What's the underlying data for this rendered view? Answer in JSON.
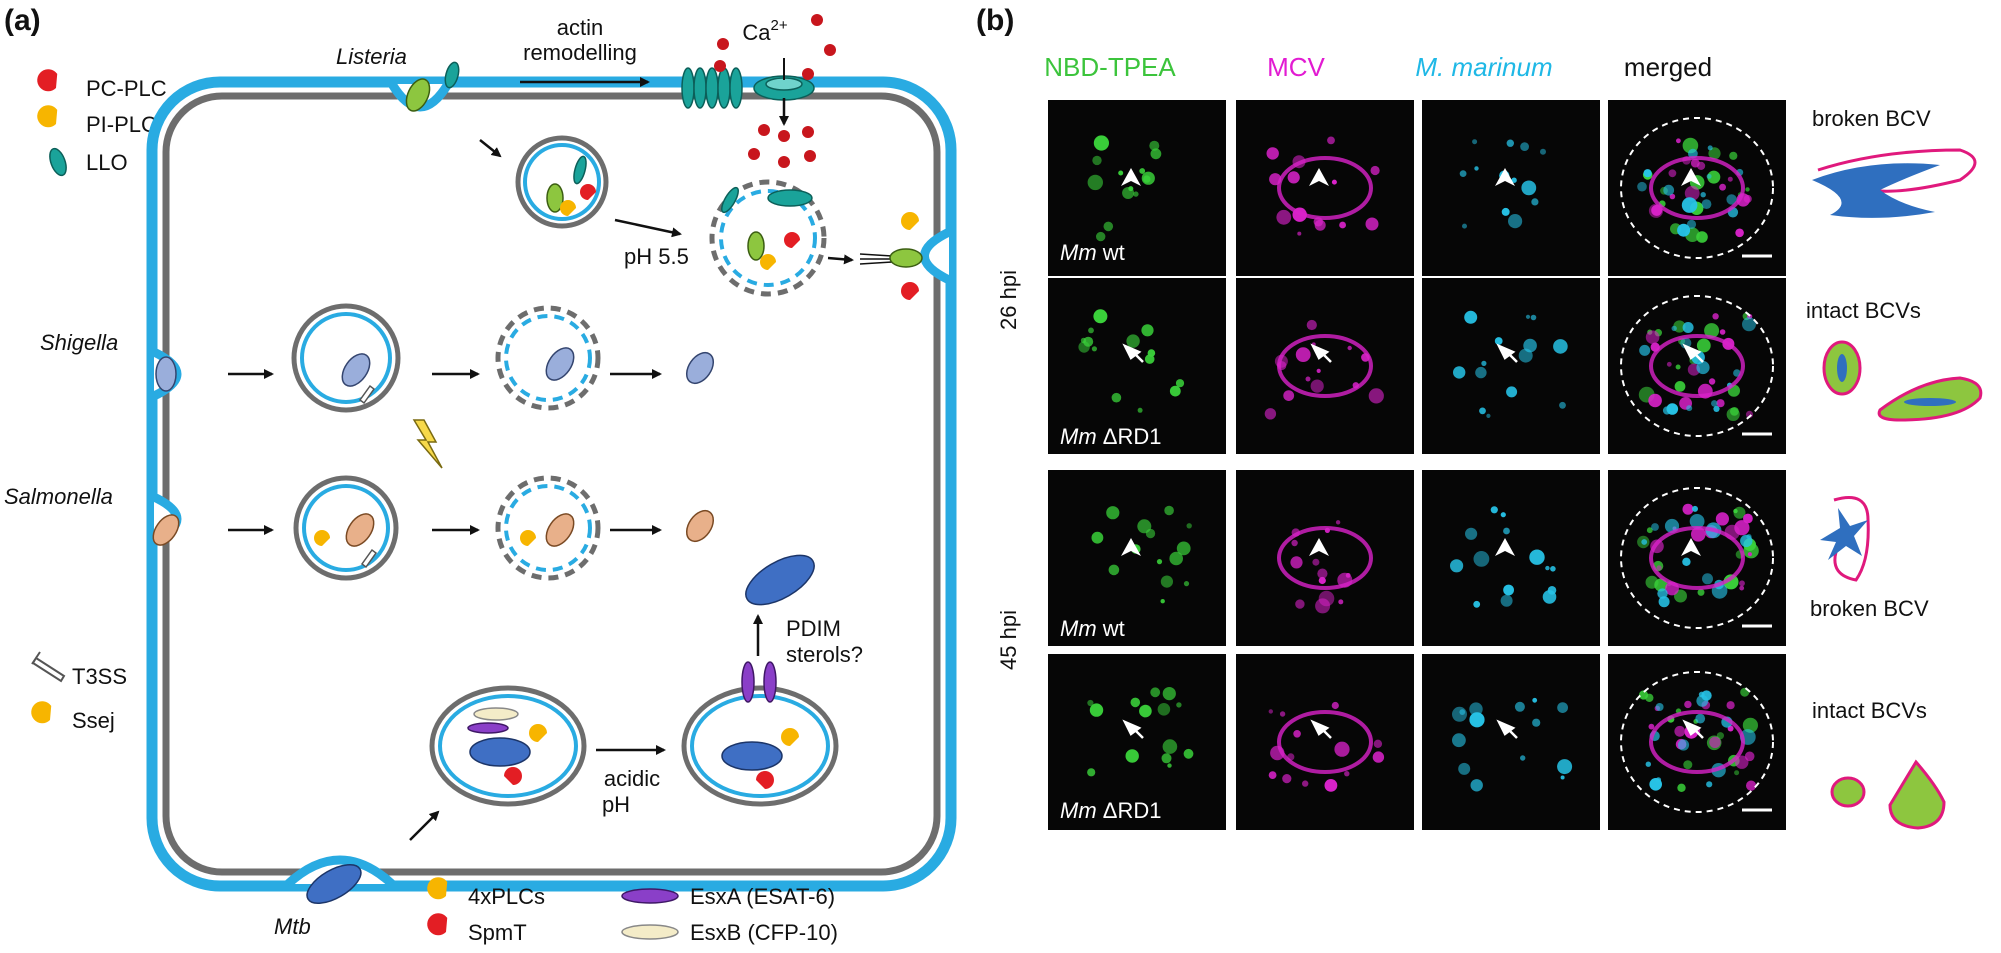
{
  "panel_a": {
    "label": "(a)",
    "legend_top": [
      {
        "text": "PC-PLC",
        "icon": "red-pacman-icon"
      },
      {
        "text": "PI-PLC",
        "icon": "yellow-pacman-icon"
      },
      {
        "text": "LLO",
        "icon": "teal-oval-icon"
      }
    ],
    "legend_mid": [
      {
        "text": "T3SS",
        "icon": "t3ss-needle-icon"
      },
      {
        "text": "Ssej",
        "icon": "yellow-pacman-icon"
      }
    ],
    "legend_bottom": [
      {
        "text": "4xPLCs",
        "icon": "yellow-pacman-icon"
      },
      {
        "text": "SpmT",
        "icon": "red-pacman-icon"
      },
      {
        "text": "EsxA (ESAT-6)",
        "icon": "purple-oval-icon"
      },
      {
        "text": "EsxB (CFP-10)",
        "icon": "cream-oval-icon"
      }
    ],
    "bacteria": {
      "listeria": "Listeria",
      "shigella": "Shigella",
      "salmonella": "Salmonella",
      "mtb": "Mtb"
    },
    "annotations": {
      "actin_line1": "actin",
      "actin_line2": "remodelling",
      "calcium_base": "Ca",
      "calcium_sup": "2+",
      "ph55": "pH 5.5",
      "acidic1": "acidic",
      "acidic2": "pH",
      "pdim1": "PDIM",
      "pdim2": "sterols?"
    },
    "colors": {
      "membrane_blue": "#29abe2",
      "membrane_gray": "#6d6d6d",
      "listeria": "#8dc63f",
      "shigella": "#9aaedb",
      "salmonella": "#e8b08a",
      "mtb": "#3f6fc4",
      "llo": "#1aa39a",
      "pc_plc": "#e31e24",
      "pi_plc": "#f7b500",
      "esxa": "#8a3fc8",
      "esxb": "#f4ecc8",
      "calcium": "#c8161d"
    }
  },
  "panel_b": {
    "label": "(b)",
    "columns": [
      "NBD-TPEA",
      "MCV",
      "M. marinum",
      "merged"
    ],
    "column_colors": [
      "#3cc43c",
      "#e21bd2",
      "#1fb8e6",
      "#111111"
    ],
    "time_labels": [
      "26 hpi",
      "45 hpi"
    ],
    "rows": [
      {
        "strain_prefix": "Mm",
        "strain": "wt",
        "schematic": "broken BCV"
      },
      {
        "strain_prefix": "Mm",
        "strain": "ΔRD1",
        "schematic": "intact BCVs"
      },
      {
        "strain_prefix": "Mm",
        "strain": "wt",
        "schematic": "broken BCV"
      },
      {
        "strain_prefix": "Mm",
        "strain": "ΔRD1",
        "schematic": "intact BCVs"
      }
    ]
  }
}
